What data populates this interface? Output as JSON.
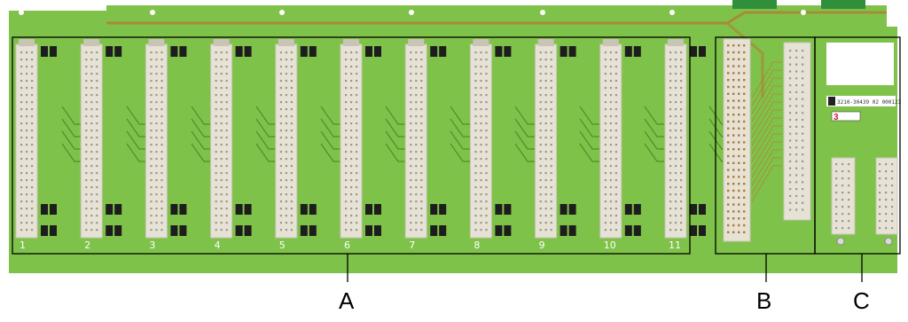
{
  "image": {
    "description_subject": "backplane-circuit-board",
    "colors": {
      "board": "#7fc24a",
      "board_dark": "#5fa236",
      "trace": "#4e8f2b",
      "trace_copper": "#b27a33",
      "connector": "#e6e2d6",
      "connector_shadow": "#c9c4b5",
      "pin": "#9c9888",
      "chip": "#1d1d1d",
      "frame_line": "#000000"
    }
  },
  "slots": {
    "labels": [
      "1",
      "2",
      "3",
      "4",
      "5",
      "6",
      "7",
      "8",
      "9",
      "10",
      "11"
    ]
  },
  "board_text": {
    "serial": "3210-30439 02  000123",
    "badge": "3"
  },
  "callouts": {
    "a": "A",
    "b": "B",
    "c": "C"
  }
}
